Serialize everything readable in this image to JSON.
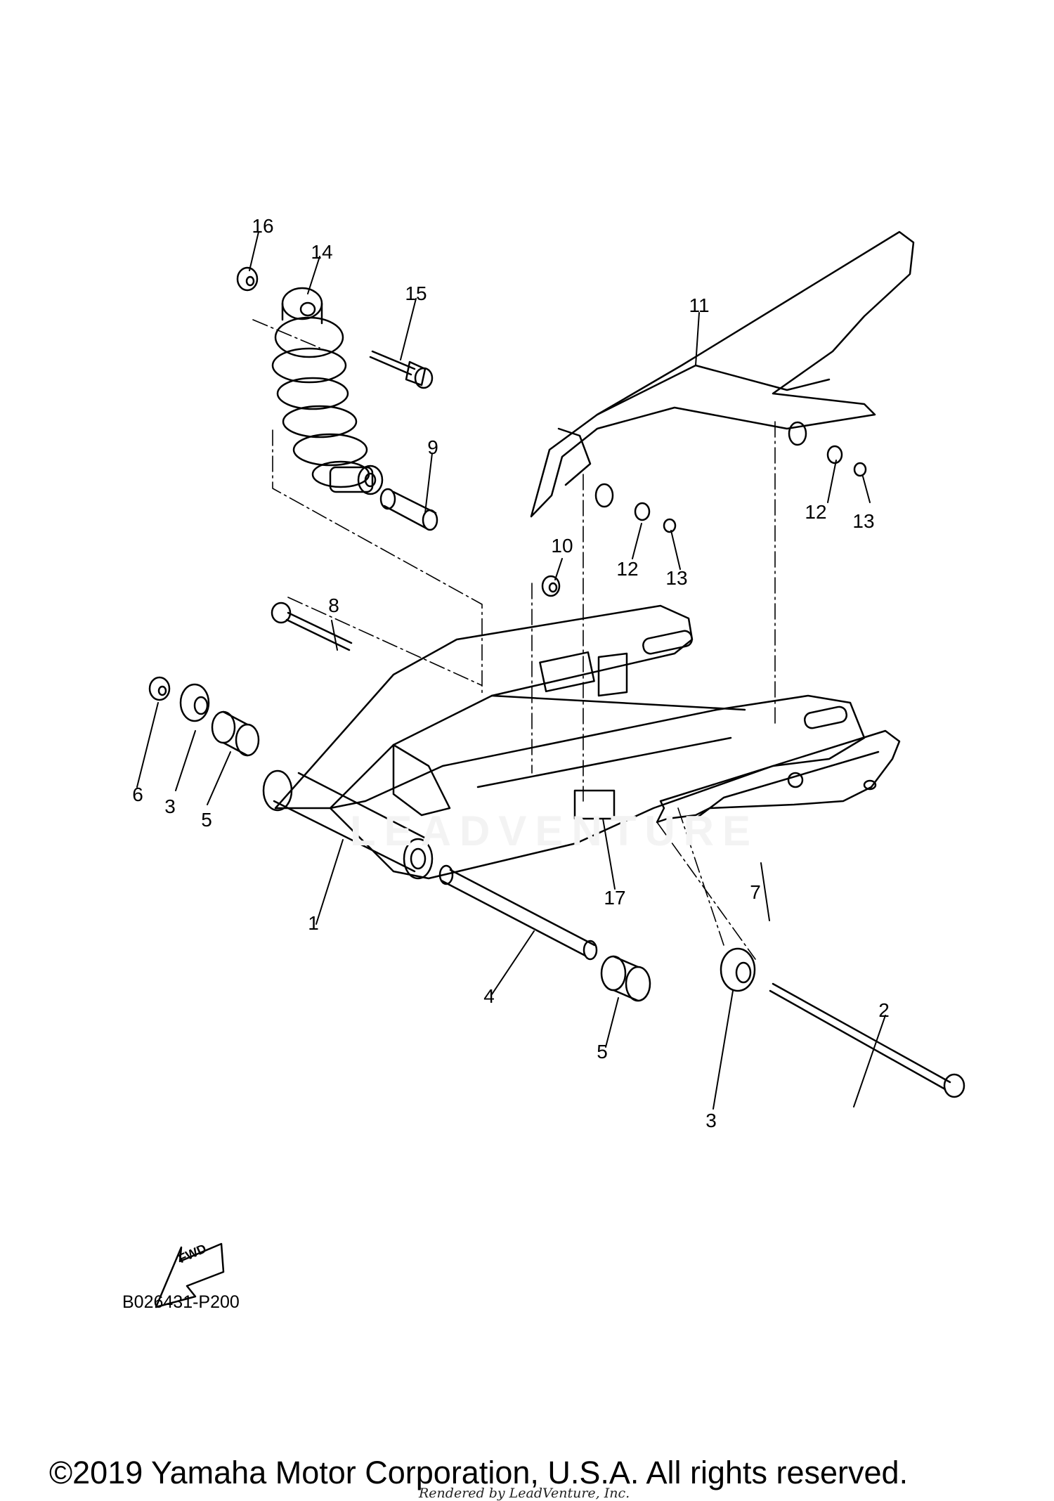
{
  "labels": {
    "l1": "1",
    "l2": "2",
    "l3a": "3",
    "l3b": "3",
    "l4": "4",
    "l5a": "5",
    "l5b": "5",
    "l6": "6",
    "l7": "7",
    "l8": "8",
    "l9": "9",
    "l10": "10",
    "l11": "11",
    "l12a": "12",
    "l12b": "12",
    "l13a": "13",
    "l13b": "13",
    "l14": "14",
    "l15": "15",
    "l16": "16",
    "l17": "17"
  },
  "watermark": "LEADVENTURE",
  "fwd_text": "FWD",
  "diagram_code": "B026431-P200",
  "copyright": "©2019 Yamaha Motor Corporation, U.S.A. All rights reserved.",
  "rendered_by": "Rendered by LeadVenture, Inc.",
  "colors": {
    "line": "#000000",
    "background": "#ffffff",
    "watermark": "#f3f3f3"
  }
}
